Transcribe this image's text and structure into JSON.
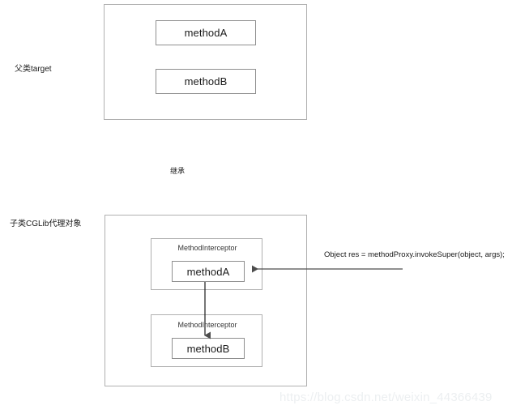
{
  "diagram": {
    "title_labels": {
      "parent": "父类target",
      "inheritance": "继承",
      "child": "子类CGLib代理对象"
    },
    "parent_class": {
      "methods": [
        {
          "name": "methodA"
        },
        {
          "name": "methodB"
        }
      ]
    },
    "proxy_class": {
      "interceptors": [
        {
          "title": "MethodInterceptor",
          "method": "methodA"
        },
        {
          "title": "MethodInterceptor",
          "method": "methodB"
        }
      ]
    },
    "annotation": {
      "code": "Object res = methodProxy.invokeSuper(object, args);"
    },
    "watermark": "https://blog.csdn.net/weixin_44366439",
    "colors": {
      "outer_border": "#b0b0b0",
      "method_border": "#8f8f8f",
      "arrow": "#4d4d4d",
      "text": "#1a1a1a",
      "watermark": "#eceff1",
      "background": "#ffffff"
    }
  }
}
